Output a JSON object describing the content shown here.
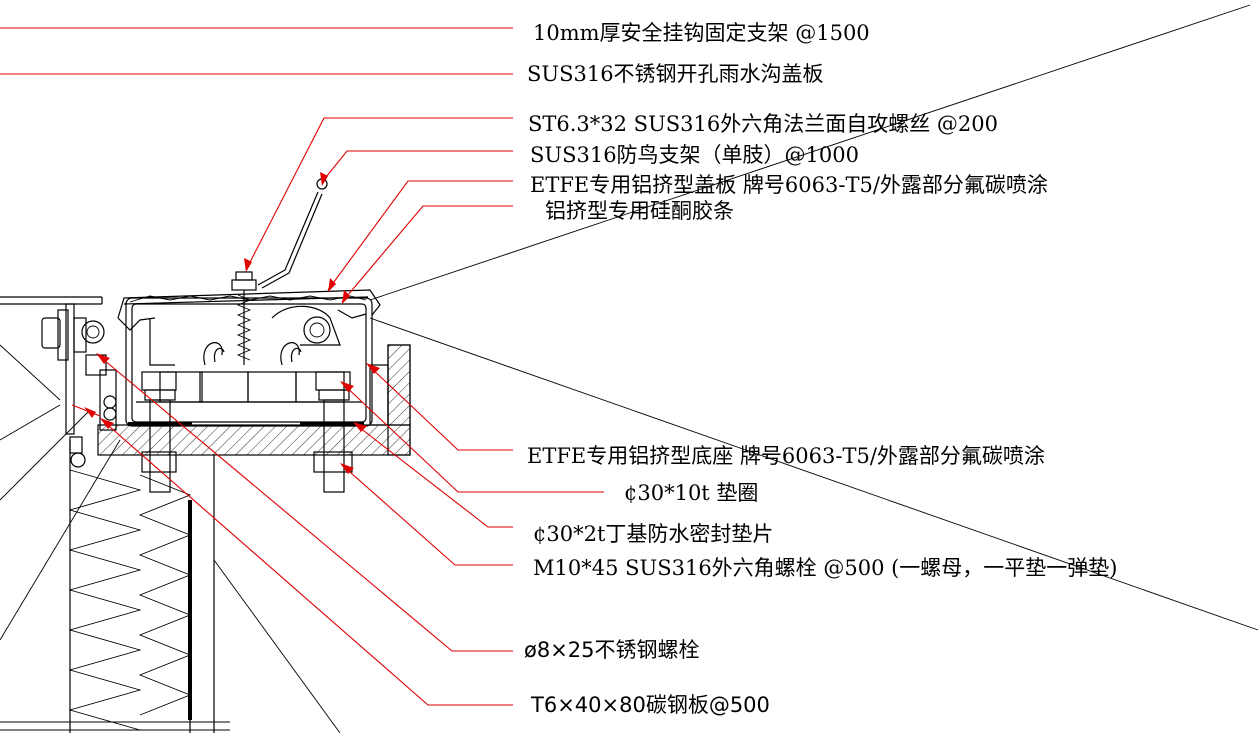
{
  "drawing": {
    "labels": [
      "10mm厚安全挂钩固定支架 @1500",
      "SUS316不锈钢开孔雨水沟盖板",
      "ST6.3*32 SUS316外六角法兰面自攻螺丝 @200",
      "SUS316防鸟支架（单肢）@1000",
      "ETFE专用铝挤型盖板  牌号6063-T5/外露部分氟碳喷涂",
      "铝挤型专用硅酮胶条",
      "ETFE专用铝挤型底座  牌号6063-T5/外露部分氟碳喷涂",
      "¢30*10t 垫圈",
      "¢30*2t丁基防水密封垫片",
      "M10*45 SUS316外六角螺栓 @500 (一螺母，一平垫一弹垫)",
      "ø8×25不锈钢螺栓",
      "T6×40×80碳钢板@500"
    ],
    "colors": {
      "leader": "#e00000",
      "line": "#000000",
      "background": "#ffffff"
    }
  }
}
